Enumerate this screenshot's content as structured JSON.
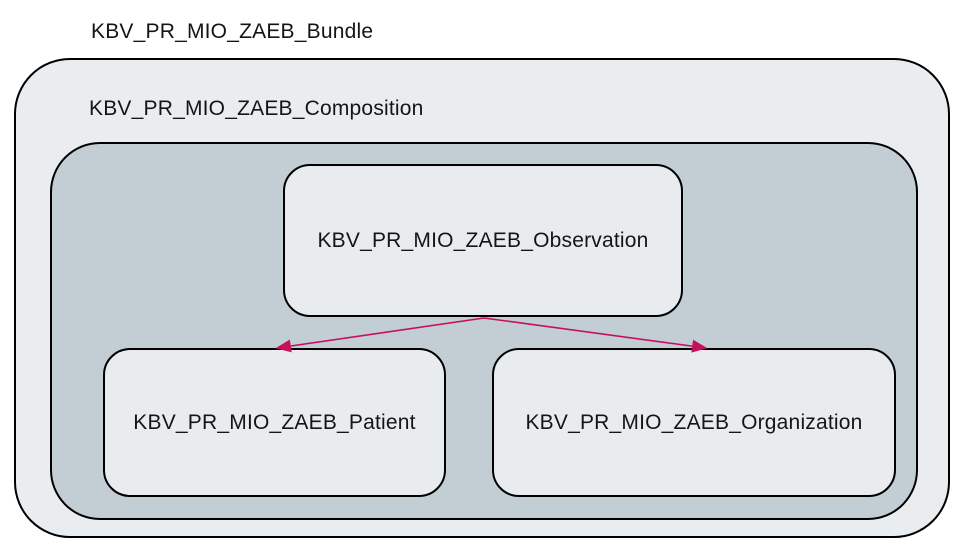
{
  "diagram": {
    "bundle_label": "KBV_PR_MIO_ZAEB_Bundle",
    "composition_label": "KBV_PR_MIO_ZAEB_Composition",
    "nodes": {
      "observation": {
        "label": "KBV_PR_MIO_ZAEB_Observation"
      },
      "patient": {
        "label": "KBV_PR_MIO_ZAEB_Patient"
      },
      "organization": {
        "label": "KBV_PR_MIO_ZAEB_Organization"
      }
    },
    "edges": [
      {
        "from": "KBV_PR_MIO_ZAEB_Observation",
        "to": "KBV_PR_MIO_ZAEB_Patient",
        "style": "arrow"
      },
      {
        "from": "KBV_PR_MIO_ZAEB_Observation",
        "to": "KBV_PR_MIO_ZAEB_Organization",
        "style": "arrow"
      }
    ],
    "colors": {
      "outer_fill": "#e9edf0",
      "inner_container_fill": "#c2cdd4",
      "node_fill": "#e8ecef",
      "border": "#000000",
      "arrow": "#c6105c",
      "text": "#151515"
    }
  }
}
